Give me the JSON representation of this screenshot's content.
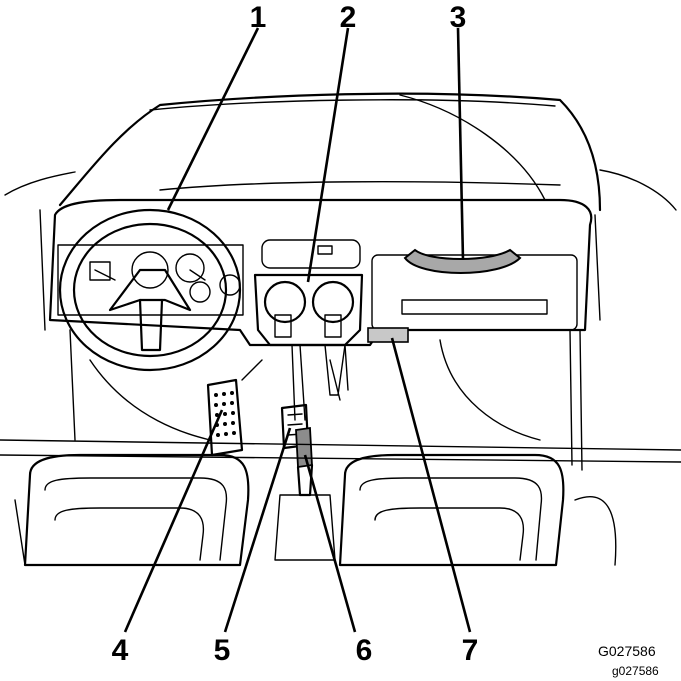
{
  "callouts": [
    {
      "number": "1",
      "part": "steering-wheel"
    },
    {
      "number": "2",
      "part": "dash-controls"
    },
    {
      "number": "3",
      "part": "grab-handle"
    },
    {
      "number": "4",
      "part": "accelerator-pedal"
    },
    {
      "number": "5",
      "part": "brake-pedal"
    },
    {
      "number": "6",
      "part": "parking-brake-lever"
    },
    {
      "number": "7",
      "part": "glove-box-latch"
    }
  ],
  "figure_ids": {
    "primary": "G027586",
    "secondary": "g027586"
  },
  "colors": {
    "line": "#000000",
    "handle_fill": "#a8a8a8",
    "lever_fill": "#8c8c8c",
    "background": "#ffffff"
  }
}
